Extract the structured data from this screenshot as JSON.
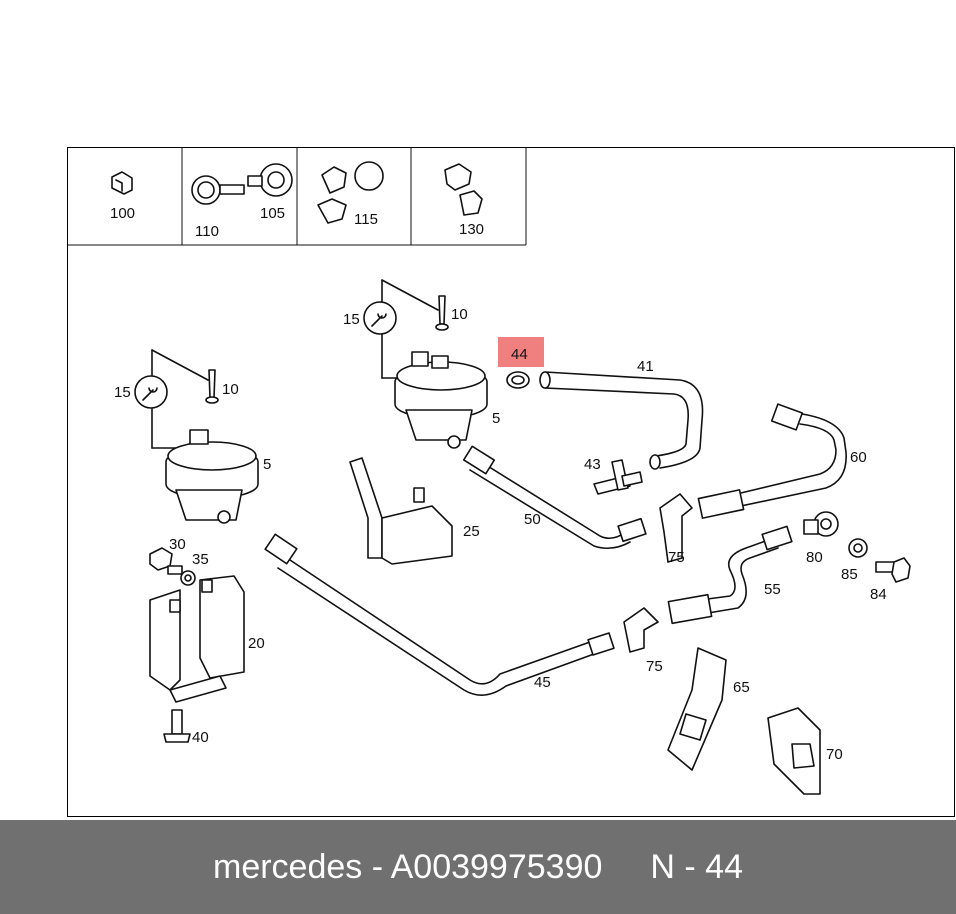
{
  "header_cells": [
    {
      "id": "100",
      "label": "100"
    },
    {
      "id": "110",
      "label": "110"
    },
    {
      "id": "105",
      "label": "105"
    },
    {
      "id": "115",
      "label": "115"
    },
    {
      "id": "130",
      "label": "130"
    }
  ],
  "parts": {
    "p10a": "10",
    "p10b": "10",
    "p15a": "15",
    "p15b": "15",
    "p5a": "5",
    "p5b": "5",
    "p44": "44",
    "p41": "41",
    "p43": "43",
    "p60": "60",
    "p50": "50",
    "p25": "25",
    "p75a": "75",
    "p75b": "75",
    "p30": "30",
    "p35": "35",
    "p20": "20",
    "p40": "40",
    "p45": "45",
    "p55": "55",
    "p80": "80",
    "p85": "85",
    "p84": "84",
    "p65": "65",
    "p70": "70"
  },
  "highlight": {
    "part": "44",
    "color": "#f08080"
  },
  "footer": {
    "brand_part": "mercedes - A0039975390",
    "position": "N - 44"
  }
}
